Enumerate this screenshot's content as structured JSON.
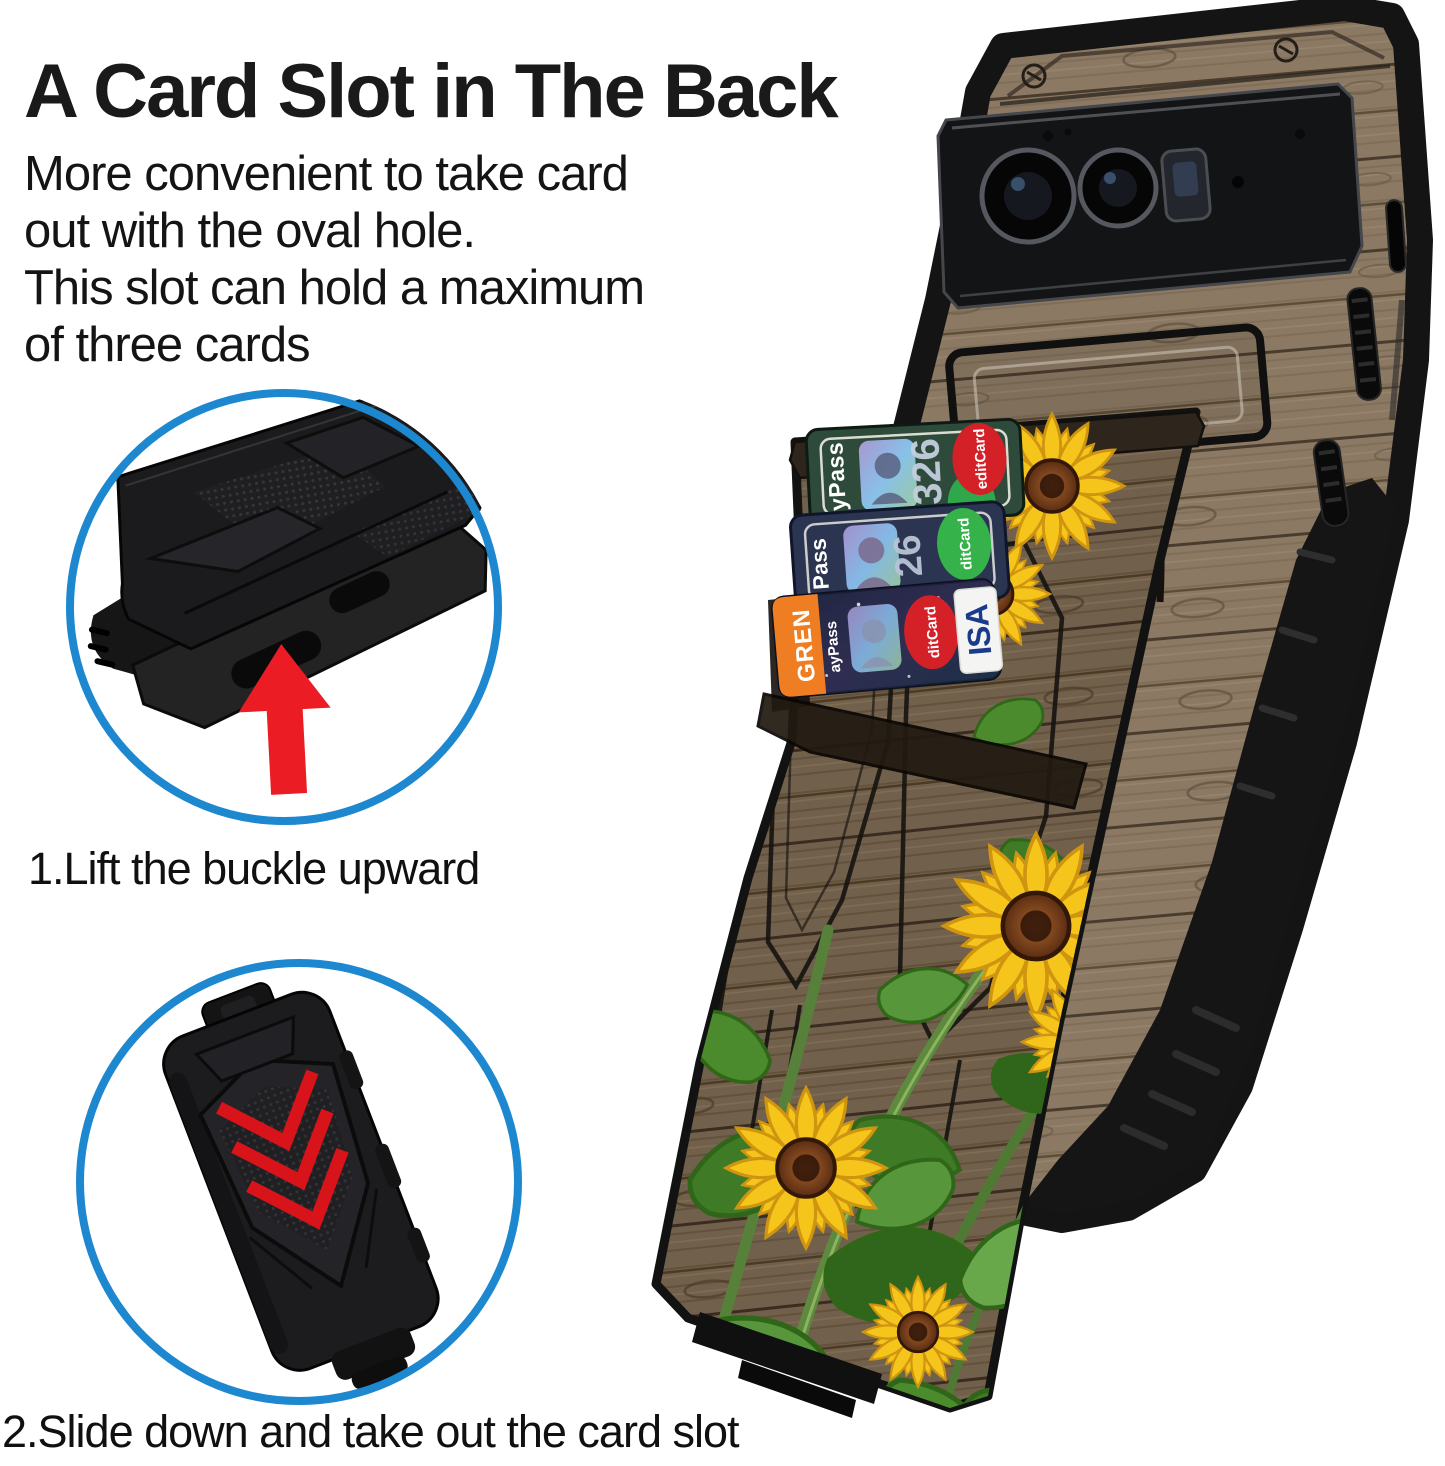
{
  "header": {
    "title": "A Card Slot in The Back",
    "description": "More convenient to take card\nout with the oval hole.\nThis slot can hold a maximum\nof three cards"
  },
  "steps": [
    {
      "label": "1.Lift the buckle upward"
    },
    {
      "label": "2.Slide down and take out the card slot"
    }
  ],
  "cards": [
    {
      "name": "green card",
      "color": "#2d4a3a",
      "pass_label": "yPass",
      "number": "326",
      "brand_label": "editCard",
      "brand_oval_color": "#d42027",
      "second_oval_color": "#2fa84c"
    },
    {
      "name": "navy card",
      "color": "#2b3552",
      "pass_label": "Pass",
      "number": "26",
      "brand_label": "ditCard",
      "brand_oval_color": "#35b24a"
    },
    {
      "name": "dark card",
      "color": "#232b42",
      "pass_label": "ayPass",
      "issuer_label": "GREN",
      "issuer_color": "#ef7d22",
      "brand_label": "ditCard",
      "brand_oval_color": "#d42027",
      "network_label": "ISA",
      "network_text_color": "#1a3a8c"
    }
  ],
  "colors": {
    "circle_ring_blue": "#1d87cf",
    "arrow_red": "#ec1c24",
    "chevron_red": "#d8131a",
    "slot_highlight_red": "#e8150f",
    "sunflower_yellow": "#f6c51c",
    "wood_brown": "#8b7963",
    "bumper_black": "#141414"
  }
}
